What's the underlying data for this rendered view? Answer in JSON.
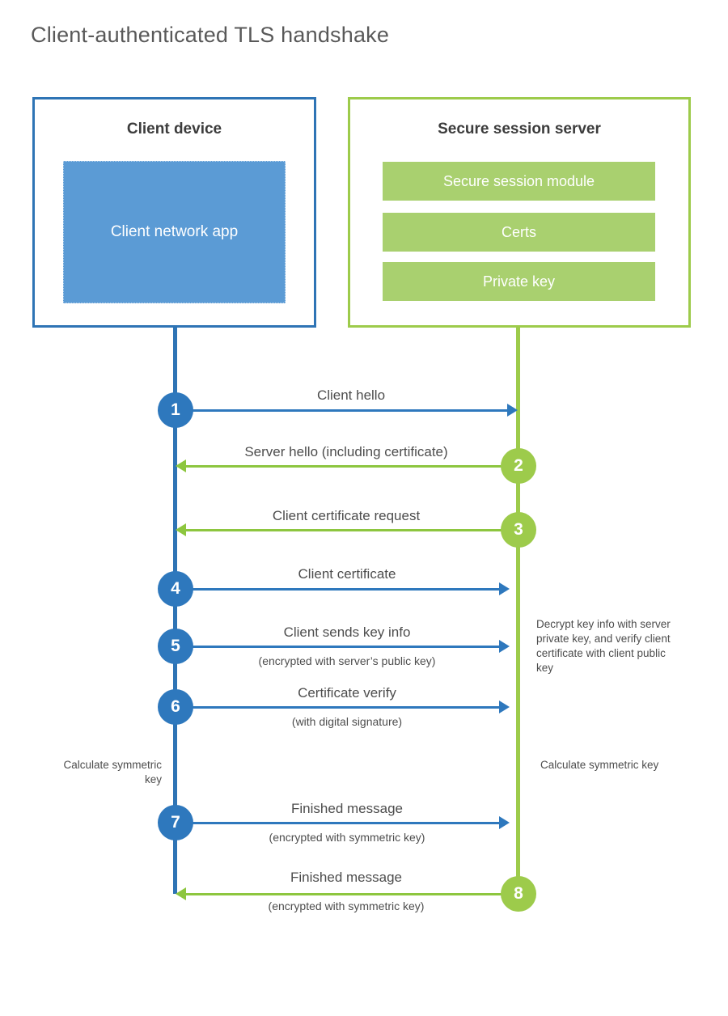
{
  "title": "Client-authenticated TLS handshake",
  "colors": {
    "client_border": "#2E74B5",
    "client_fill": "#5B9BD5",
    "server_border": "#9DCB4B",
    "server_fill": "#A9D06F",
    "blue_arrow": "#2E78BD",
    "green_arrow": "#8DC63F",
    "title_text": "#595959",
    "body_text": "#4d4d4d"
  },
  "client_panel": {
    "title": "Client device",
    "app_label": "Client network app"
  },
  "server_panel": {
    "title": "Secure session server",
    "bars": [
      {
        "label": "Secure session module"
      },
      {
        "label": "Certs"
      },
      {
        "label": "Private key"
      }
    ]
  },
  "steps": [
    {
      "number": "1",
      "direction": "client-to-server",
      "color": "blue",
      "label": "Client hello",
      "sublabel": ""
    },
    {
      "number": "2",
      "direction": "server-to-client",
      "color": "green",
      "label": "Server hello (including certificate)",
      "sublabel": ""
    },
    {
      "number": "3",
      "direction": "server-to-client",
      "color": "green",
      "label": "Client certificate request",
      "sublabel": ""
    },
    {
      "number": "4",
      "direction": "client-to-server",
      "color": "blue",
      "label": "Client certificate",
      "sublabel": ""
    },
    {
      "number": "5",
      "direction": "client-to-server",
      "color": "blue",
      "label": "Client sends key info",
      "sublabel": "(encrypted with server’s public key)"
    },
    {
      "number": "6",
      "direction": "client-to-server",
      "color": "blue",
      "label": "Certificate verify",
      "sublabel": "(with digital signature)"
    },
    {
      "number": "7",
      "direction": "client-to-server",
      "color": "blue",
      "label": "Finished message",
      "sublabel": "(encrypted with symmetric key)"
    },
    {
      "number": "8",
      "direction": "server-to-client",
      "color": "green",
      "label": "Finished message",
      "sublabel": "(encrypted with symmetric key)"
    }
  ],
  "notes": {
    "server_decrypt": "Decrypt key info with server private key, and verify client certificate with client public key",
    "client_calculate": "Calculate symmetric key",
    "server_calculate": "Calculate symmetric key"
  }
}
